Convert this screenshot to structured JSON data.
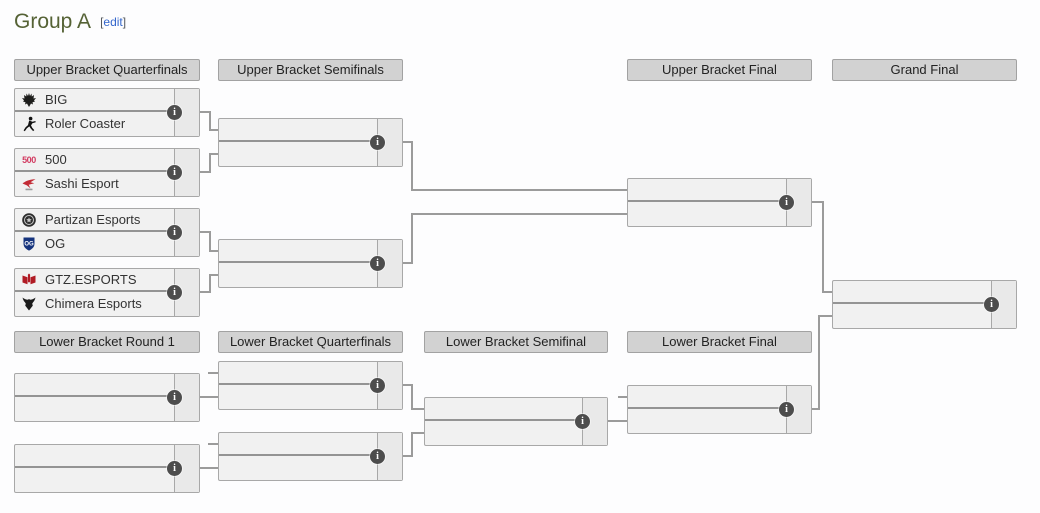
{
  "title": {
    "text": "Group A",
    "bracket_open": "[",
    "edit_label": "edit",
    "bracket_close": "]"
  },
  "colors": {
    "heading_text": "#556235",
    "edit_link": "#3366cc",
    "header_bg": "#d2d2d2",
    "box_bg": "#f1f1f1",
    "score_cell_bg": "#e9e9e9",
    "border": "#a8a8a8",
    "connector": "#9b9b9b",
    "info_icon_bg": "#4d4d4d"
  },
  "icons": {
    "info_glyph": "i"
  },
  "headers": {
    "ub_quarterfinals": "Upper Bracket Quarterfinals",
    "ub_semifinals": "Upper Bracket Semifinals",
    "ub_final": "Upper Bracket Final",
    "grand_final": "Grand Final",
    "lb_round1": "Lower Bracket Round 1",
    "lb_quarterfinals": "Lower Bracket Quarterfinals",
    "lb_semifinal": "Lower Bracket Semifinal",
    "lb_final": "Lower Bracket Final"
  },
  "bracket": {
    "upper_quarterfinals": [
      {
        "team1": {
          "name": "BIG",
          "icon": "big-logo",
          "score": ""
        },
        "team2": {
          "name": "Roler Coaster",
          "icon": "roler-coaster-logo",
          "score": ""
        }
      },
      {
        "team1": {
          "name": "500",
          "icon": "500-logo",
          "icon_text": "500",
          "score": ""
        },
        "team2": {
          "name": "Sashi Esport",
          "icon": "sashi-esport-logo",
          "score": ""
        }
      },
      {
        "team1": {
          "name": "Partizan Esports",
          "icon": "partizan-esports-logo",
          "score": ""
        },
        "team2": {
          "name": "OG",
          "icon": "og-logo",
          "icon_text": "OG",
          "score": ""
        }
      },
      {
        "team1": {
          "name": "GTZ.ESPORTS",
          "icon": "gtz-esports-logo",
          "score": ""
        },
        "team2": {
          "name": "Chimera Esports",
          "icon": "chimera-esports-logo",
          "score": ""
        }
      }
    ],
    "upper_semifinals": [
      {
        "team1": {
          "name": "",
          "score": ""
        },
        "team2": {
          "name": "",
          "score": ""
        }
      },
      {
        "team1": {
          "name": "",
          "score": ""
        },
        "team2": {
          "name": "",
          "score": ""
        }
      }
    ],
    "upper_final": [
      {
        "team1": {
          "name": "",
          "score": ""
        },
        "team2": {
          "name": "",
          "score": ""
        }
      }
    ],
    "grand_final": [
      {
        "team1": {
          "name": "",
          "score": ""
        },
        "team2": {
          "name": "",
          "score": ""
        }
      }
    ],
    "lower_round1": [
      {
        "team1": {
          "name": "",
          "score": ""
        },
        "team2": {
          "name": "",
          "score": ""
        }
      },
      {
        "team1": {
          "name": "",
          "score": ""
        },
        "team2": {
          "name": "",
          "score": ""
        }
      }
    ],
    "lower_quarterfinals": [
      {
        "team1": {
          "name": "",
          "score": ""
        },
        "team2": {
          "name": "",
          "score": ""
        }
      },
      {
        "team1": {
          "name": "",
          "score": ""
        },
        "team2": {
          "name": "",
          "score": ""
        }
      }
    ],
    "lower_semifinal": [
      {
        "team1": {
          "name": "",
          "score": ""
        },
        "team2": {
          "name": "",
          "score": ""
        }
      }
    ],
    "lower_final": [
      {
        "team1": {
          "name": "",
          "score": ""
        },
        "team2": {
          "name": "",
          "score": ""
        }
      }
    ]
  }
}
